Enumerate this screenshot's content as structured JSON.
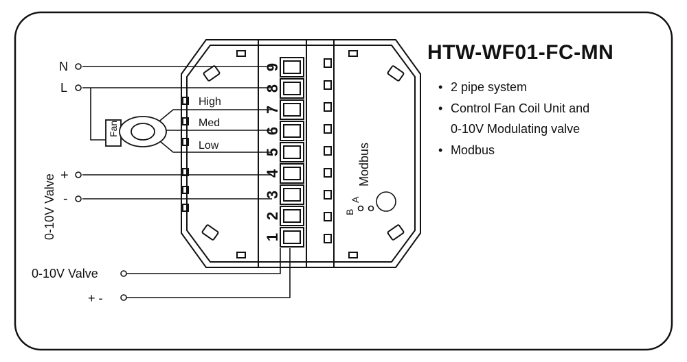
{
  "title": "HTW-WF01-FC-MN",
  "features": [
    {
      "text": "2 pipe system"
    },
    {
      "text": "Control Fan Coil Unit and",
      "text2": "0-10V Modulating valve"
    },
    {
      "text": "Modbus"
    }
  ],
  "power": {
    "n_label": "N",
    "l_label": "L"
  },
  "fan": {
    "label": "Fan",
    "high": "High",
    "med": "Med",
    "low": "Low"
  },
  "valve_left": {
    "label": "0-10V Valve",
    "plus": "+",
    "minus": "-"
  },
  "valve_bottom": {
    "label": "0-10V Valve",
    "pm": "+ -"
  },
  "modbus": {
    "label": "Modbus",
    "a": "A",
    "b": "B"
  },
  "terminals": [
    "1",
    "2",
    "3",
    "4",
    "5",
    "6",
    "7",
    "8",
    "9"
  ]
}
